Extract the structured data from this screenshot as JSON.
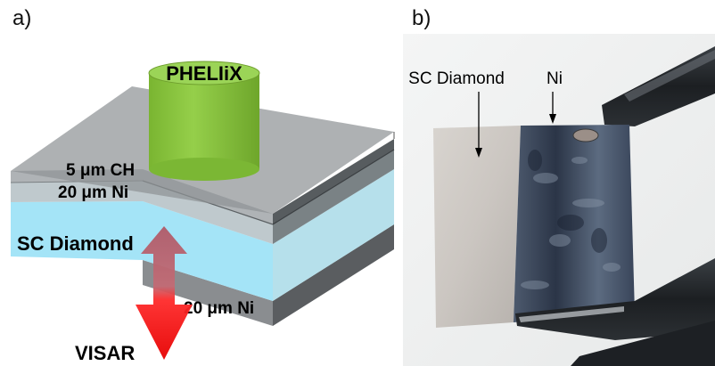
{
  "panel_a": {
    "label": "a)",
    "laser_label": "PHELIiX",
    "layer_ch": "5  μm CH",
    "layer_ni_top": "20 μm Ni",
    "layer_diamond": "SC Diamond",
    "layer_ni_bottom": "20 μm Ni",
    "diagnostic_label": "VISAR"
  },
  "panel_b": {
    "label": "b)",
    "diamond_label": "SC Diamond",
    "ni_label": "Ni"
  },
  "colors": {
    "laser_cylinder": "#8cc63f",
    "diamond_layer": "#9fe3f7",
    "ch_layer": "#9a9d9f",
    "visar_arrow": "#ff1a1a"
  }
}
